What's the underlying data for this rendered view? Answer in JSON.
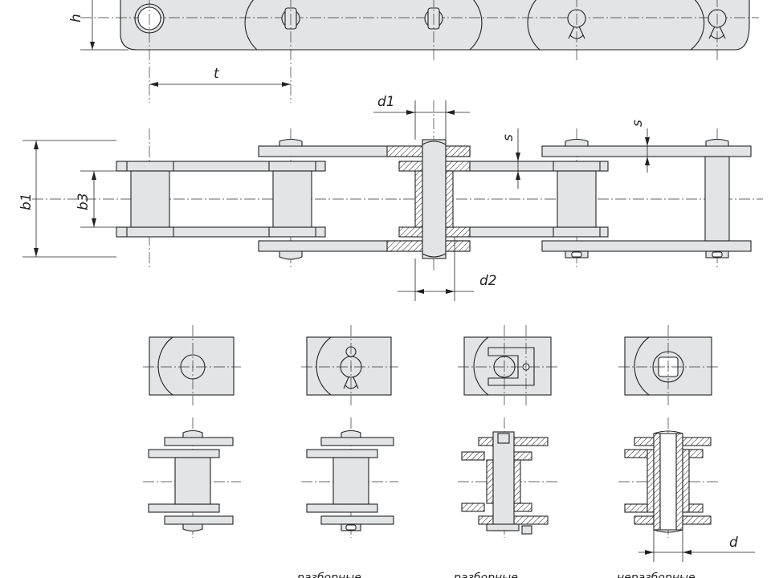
{
  "labels": {
    "h": "h",
    "t": "t",
    "d1": "d1",
    "s_left": "s",
    "s_right": "s",
    "b1": "b1",
    "b3": "b3",
    "d2": "d2",
    "d": "d"
  },
  "captions": {
    "variant_2": "разборные",
    "variant_3": "разборные",
    "variant_4": "неразборные"
  }
}
